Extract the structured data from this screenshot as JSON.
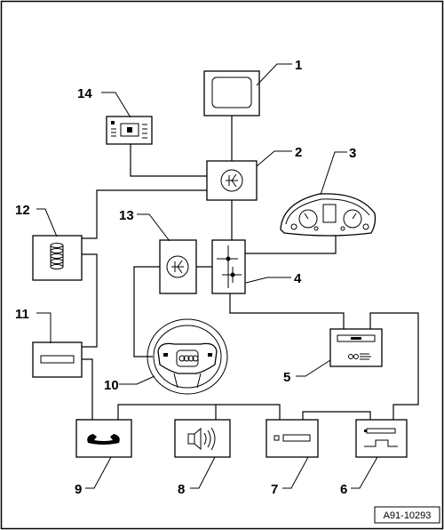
{
  "components": [
    {
      "number": "1",
      "icon": "display-screen-icon"
    },
    {
      "number": "2",
      "icon": "control-unit-icon"
    },
    {
      "number": "3",
      "icon": "instrument-cluster-icon"
    },
    {
      "number": "4",
      "icon": "junction-block-icon"
    },
    {
      "number": "5",
      "icon": "radio-unit-icon"
    },
    {
      "number": "6",
      "icon": "cd-drive-icon"
    },
    {
      "number": "7",
      "icon": "card-slot-unit-icon"
    },
    {
      "number": "8",
      "icon": "loudspeaker-icon"
    },
    {
      "number": "9",
      "icon": "telephone-icon"
    },
    {
      "number": "10",
      "icon": "steering-wheel-icon"
    },
    {
      "number": "11",
      "icon": "card-reader-icon"
    },
    {
      "number": "12",
      "icon": "coil-antenna-icon"
    },
    {
      "number": "13",
      "icon": "control-unit-icon"
    },
    {
      "number": "14",
      "icon": "control-panel-icon"
    }
  ],
  "reference": "A91-10293",
  "colors": {
    "line": "#000000",
    "background": "#ffffff"
  }
}
